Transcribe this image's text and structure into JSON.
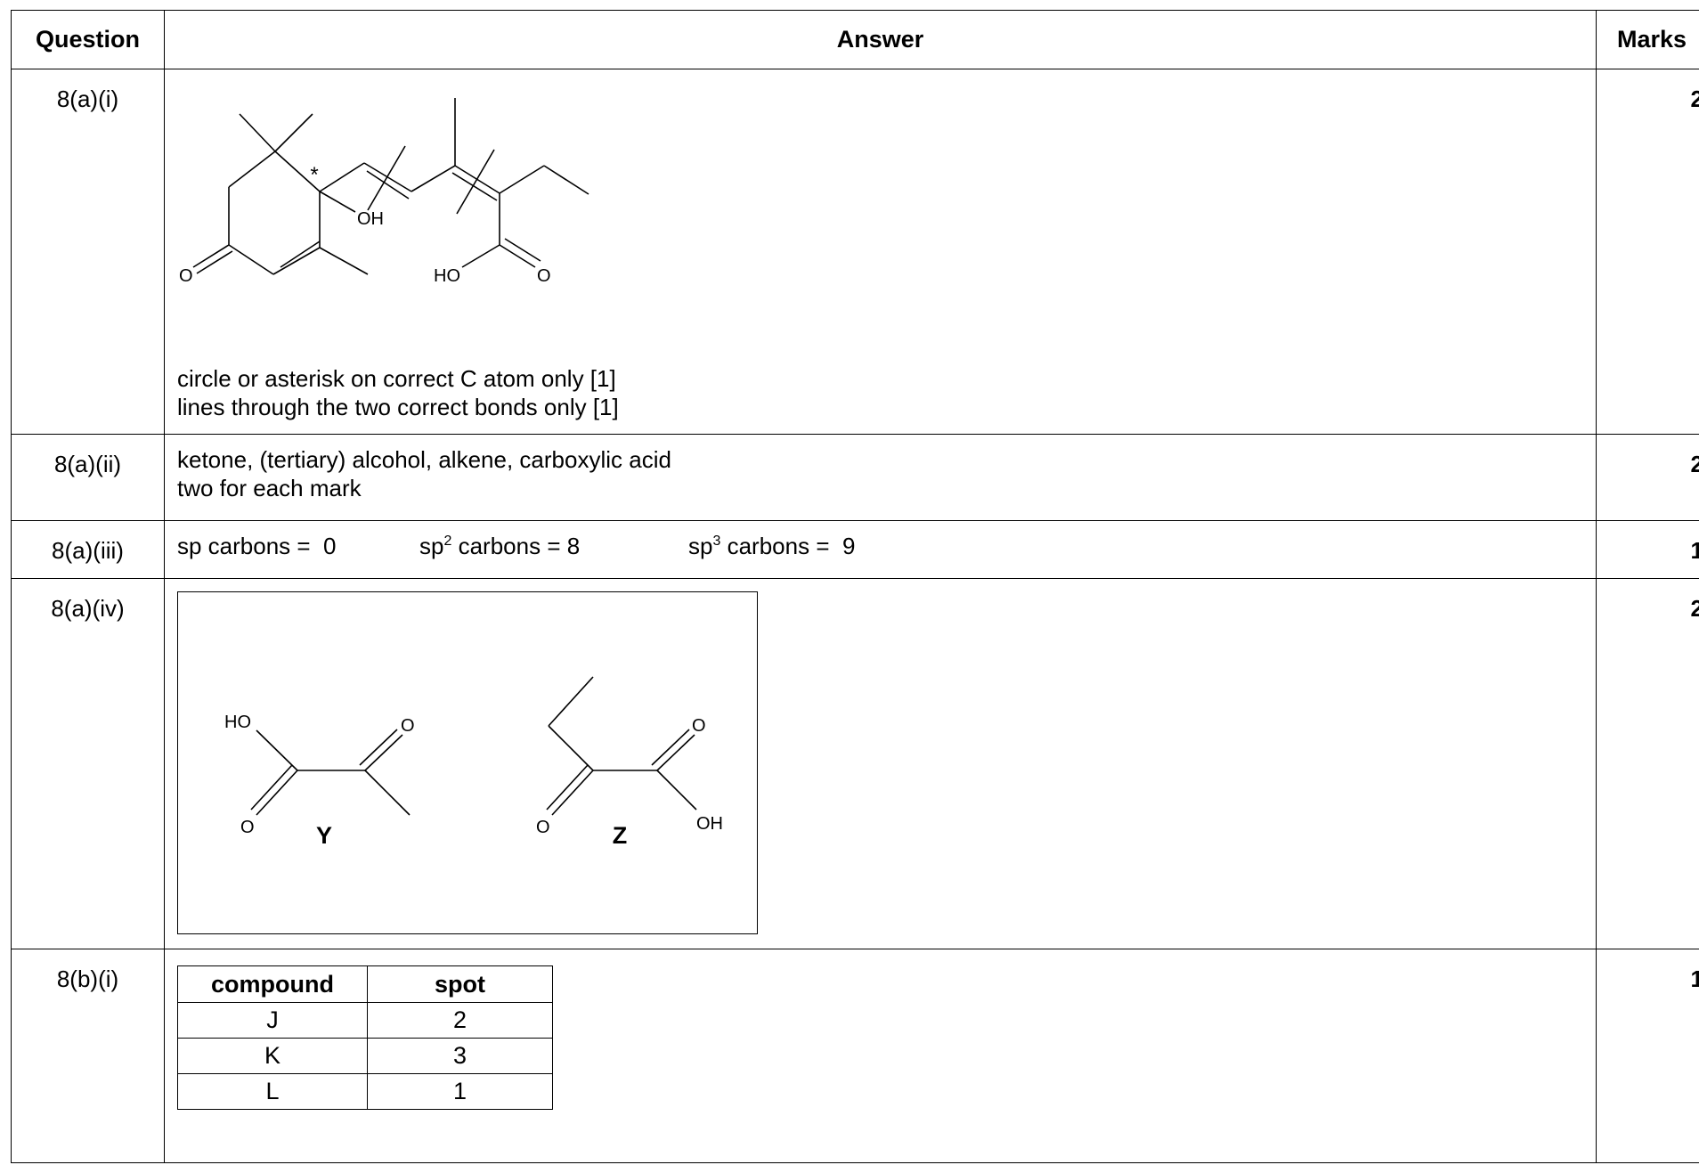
{
  "header": {
    "question": "Question",
    "answer": "Answer",
    "marks": "Marks"
  },
  "rows": [
    {
      "question": "8(a)(i)",
      "marks": "2",
      "structure_labels": {
        "star": "*",
        "oh": "OH",
        "o_ketone": "O",
        "ho": "HO",
        "o_acid": "O"
      },
      "notes": [
        "circle or asterisk on correct C atom only [1]",
        "lines through the two correct bonds only [1]"
      ]
    },
    {
      "question": "8(a)(ii)",
      "marks": "2",
      "lines": [
        "ketone, (tertiary) alcohol, alkene, carboxylic acid",
        "two for each mark"
      ]
    },
    {
      "question": "8(a)(iii)",
      "marks": "1",
      "sp": {
        "label": "sp carbons = ",
        "value": "0"
      },
      "sp2": {
        "base": "sp",
        "sup": "2",
        "label": " carbons = ",
        "value": "8"
      },
      "sp3": {
        "base": "sp",
        "sup": "3",
        "label": " carbons = ",
        "value": "9"
      }
    },
    {
      "question": "8(a)(iv)",
      "marks": "2",
      "y_labels": {
        "ho": "HO",
        "o_top": "O",
        "o_bottom": "O",
        "name": "Y"
      },
      "z_labels": {
        "o_top": "O",
        "o_bottom": "O",
        "oh": "OH",
        "name": "Z"
      }
    },
    {
      "question": "8(b)(i)",
      "marks": "1",
      "table": {
        "headers": [
          "compound",
          "spot"
        ],
        "rows": [
          [
            "J",
            "2"
          ],
          [
            "K",
            "3"
          ],
          [
            "L",
            "1"
          ]
        ]
      }
    }
  ]
}
